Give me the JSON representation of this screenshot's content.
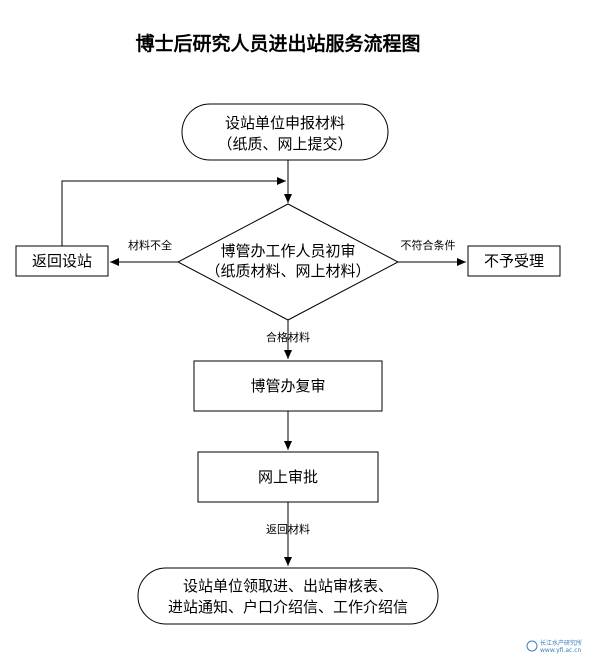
{
  "title": "博士后研究人员进出站服务流程图",
  "nodes": {
    "submit": {
      "line1": "设站单位申报材料",
      "line2": "（纸质、网上提交）"
    },
    "initial_review": {
      "line1": "博管办工作人员初审",
      "line2": "（纸质材料、网上材料）"
    },
    "return_station": {
      "label": "返回设站"
    },
    "reject": {
      "label": "不予受理"
    },
    "second_review": {
      "label": "博管办复审"
    },
    "online_approval": {
      "label": "网上审批"
    },
    "final": {
      "line1": "设站单位领取进、出站审核表、",
      "line2": "进站通知、户口介绍信、工作介绍信"
    }
  },
  "edges": {
    "incomplete": "材料不全",
    "not_qualified": "不符合条件",
    "qualified": "合格材料",
    "return_materials": "返回材料"
  },
  "watermark": {
    "line1": "长江水产研究所",
    "line2": "www.yfi.ac.cn"
  },
  "colors": {
    "line": "#000000",
    "background": "#ffffff",
    "watermark": "#3b7fbf"
  }
}
